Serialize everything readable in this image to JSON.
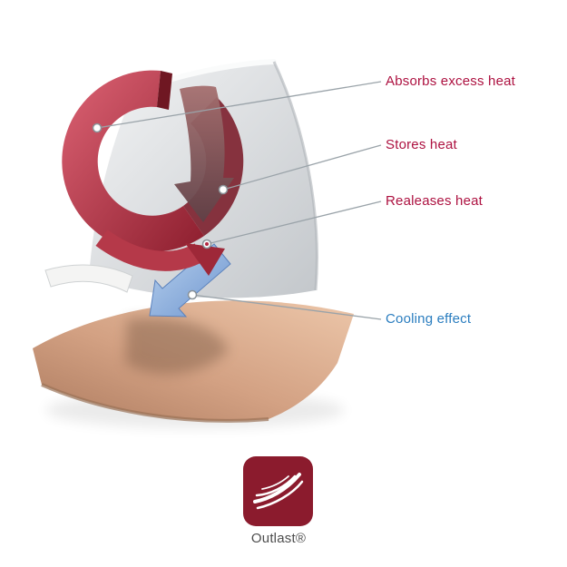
{
  "diagram": {
    "callouts": [
      {
        "text": "Absorbs excess heat",
        "color": "#ad1140"
      },
      {
        "text": "Stores heat",
        "color": "#ad1140"
      },
      {
        "text": "Realeases heat",
        "color": "#ad1140"
      },
      {
        "text": "Cooling effect",
        "color": "#2a7dbf"
      }
    ]
  },
  "logo": {
    "brand": "Outlast®",
    "tile_color": "#8b1b2d",
    "text_color": "#4d4d4d"
  },
  "colors": {
    "heat_red": "#b5303f",
    "heat_dark_red": "#7c1f2c",
    "cool_blue": "#7ea3d8",
    "fabric_gray": "#d4d7da",
    "skin_tan": "#cf9d7e",
    "leader_line_gray": "#9aa3a9"
  }
}
